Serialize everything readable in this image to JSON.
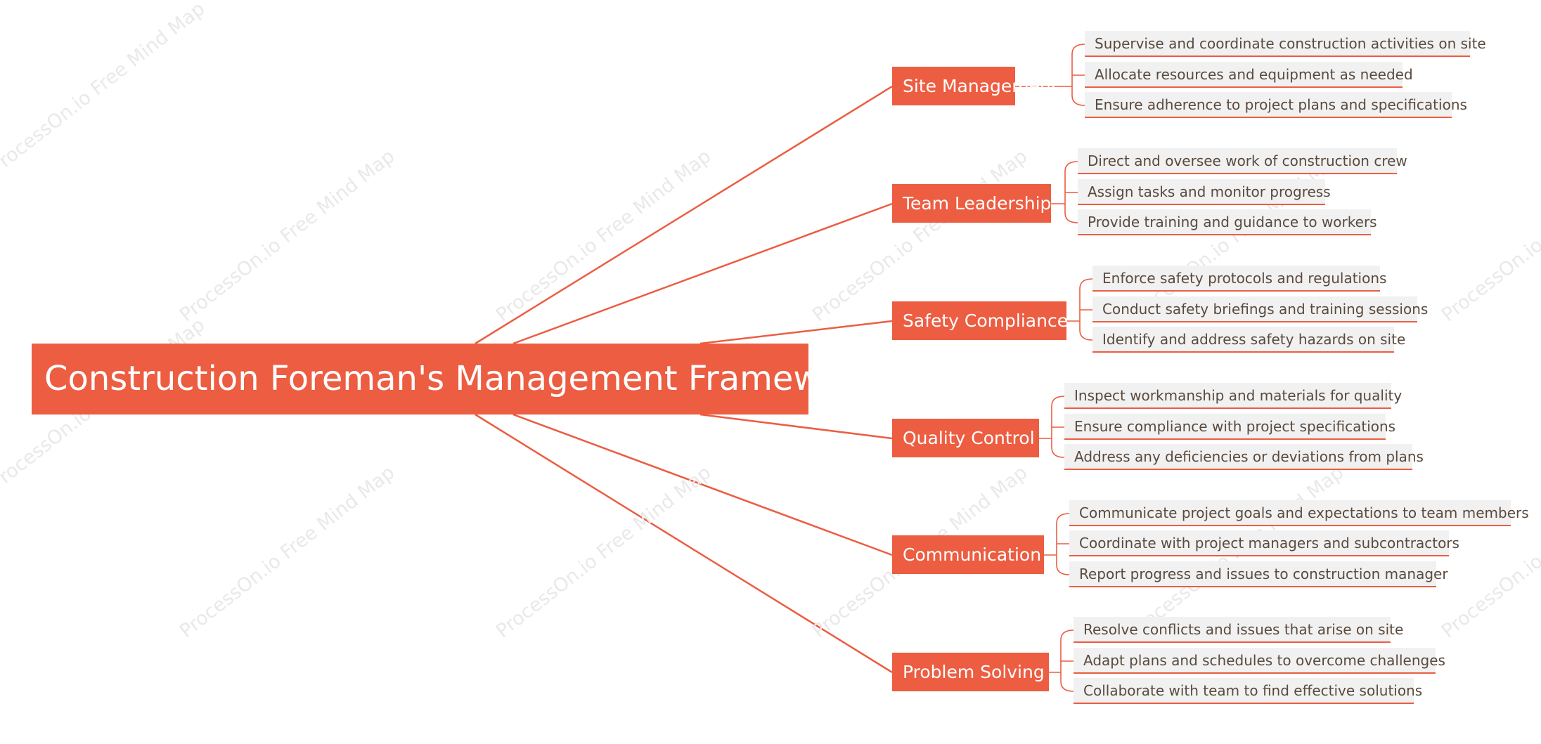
{
  "watermark_text": "ProcessOn.io Free Mind Map",
  "colors": {
    "accent": "#ec5d42",
    "leaf_bg": "#f1f1f1",
    "leaf_text": "#5a4a3e",
    "watermark": "#e9e9e9"
  },
  "root": {
    "title": "Construction Foreman's Management Framework"
  },
  "branches": [
    {
      "label": "Site Management",
      "items": [
        "Supervise and coordinate construction activities on site",
        "Allocate resources and equipment as needed",
        "Ensure adherence to project plans and specifications"
      ]
    },
    {
      "label": "Team Leadership",
      "items": [
        "Direct and oversee work of construction crew",
        "Assign tasks and monitor progress",
        "Provide training and guidance to workers"
      ]
    },
    {
      "label": "Safety Compliance",
      "items": [
        "Enforce safety protocols and regulations",
        "Conduct safety briefings and training sessions",
        "Identify and address safety hazards on site"
      ]
    },
    {
      "label": "Quality Control",
      "items": [
        "Inspect workmanship and materials for quality",
        "Ensure compliance with project specifications",
        "Address any deficiencies or deviations from plans"
      ]
    },
    {
      "label": "Communication",
      "items": [
        "Communicate project goals and expectations to team members",
        "Coordinate with project managers and subcontractors",
        "Report progress and issues to construction manager"
      ]
    },
    {
      "label": "Problem Solving",
      "items": [
        "Resolve conflicts and issues that arise on site",
        "Adapt plans and schedules to overcome challenges",
        "Collaborate with team to find effective solutions"
      ]
    }
  ]
}
